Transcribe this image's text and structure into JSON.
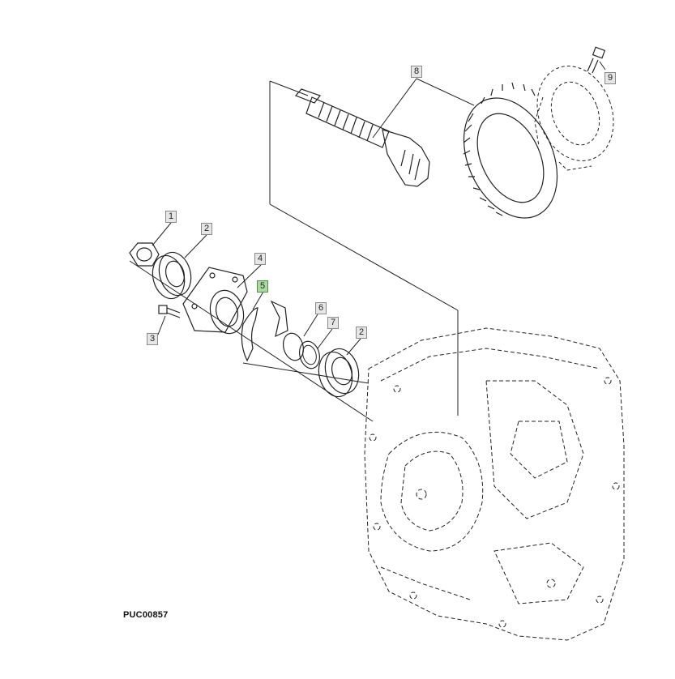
{
  "figure_id": "PUC00857",
  "callouts": [
    {
      "id": "c1",
      "label": "1",
      "selected": false
    },
    {
      "id": "c2a",
      "label": "2",
      "selected": false
    },
    {
      "id": "c3",
      "label": "3",
      "selected": false
    },
    {
      "id": "c4",
      "label": "4",
      "selected": false
    },
    {
      "id": "c5",
      "label": "5",
      "selected": true
    },
    {
      "id": "c6",
      "label": "6",
      "selected": false
    },
    {
      "id": "c7",
      "label": "7",
      "selected": false
    },
    {
      "id": "c2b",
      "label": "2",
      "selected": false
    },
    {
      "id": "c8",
      "label": "8",
      "selected": false
    },
    {
      "id": "c9",
      "label": "9",
      "selected": false
    }
  ],
  "colors": {
    "selected_callout": "#a9dba0",
    "callout": "#e6e6e6",
    "line": "#222222"
  }
}
